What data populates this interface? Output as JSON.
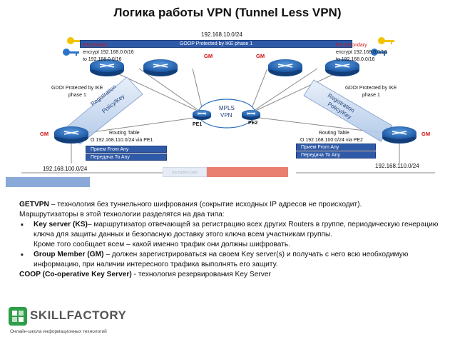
{
  "title": "Логика работы VPN (Tunnel Less VPN)",
  "diagram": {
    "subnet_top": "192.168.10.0/24",
    "coop_bar": "GOOP Protected by IKE phase 1",
    "ks_primary": {
      "name": "KS primary",
      "line1": "encrypt 192.168.0.0/16",
      "line2": "to 192.168.0.0/16"
    },
    "ks_secondary": {
      "name": "KS secondary",
      "line1": "encrypt 192.168.0.0/16",
      "line2": "to 192.168.0.0/16"
    },
    "gm_label": "GM",
    "gdoi_left": {
      "line1": "GDOI Protected by IKE",
      "line2": "phase 1"
    },
    "gdoi_right": {
      "line1": "GDOI Protected by IKE",
      "line2": "phase 1"
    },
    "registration_left": {
      "line1": "Registration",
      "line2": "Policy/Key"
    },
    "registration_right": {
      "line1": "Registration",
      "line2": "Policy/Key"
    },
    "mpls": {
      "line1": "MPLS",
      "line2": "VPN"
    },
    "pe1": "PE1",
    "pe2": "PE2",
    "routing_left": {
      "title": "Routing Table",
      "route": "O 192.168.110.0/24 via PE1",
      "rx": "Прием From Any",
      "tx": "Передача To Any"
    },
    "routing_right": {
      "title": "Routing Table",
      "route": "O 192.168.100.0/24 via PE2",
      "rx": "Прием From Any",
      "tx": "Передача To Any"
    },
    "subnet_left": "192.168.100.0/24",
    "subnet_right": "192.168.110.0/24",
    "packet_label": "Encryption Data",
    "colors": {
      "router": "#1f66b8",
      "bar": "#2f5aa8",
      "accent": "#d01010",
      "key_yellow": "#f2c400",
      "key_blue": "#2b74c9"
    }
  },
  "text": {
    "intro_bold": "GETVPN",
    "intro_rest": " – технология без туннельного шифрования (сокрытие исходных IP адресов не происходит).",
    "line2": "Маршрутизаторы в этой технологии разделятся на  два типа:",
    "ks_bold": "Key server (KS)",
    "ks_rest": "– маршрутизатор отвечающей за регистрацию всех других Routers в группе, периодическую генерацию ключа для защиты данных и безопасную доставку этого ключа всем участникам группы.",
    "ks_extra": "Кроме того сообщает всем – какой именно трафик они должны шифровать.",
    "gm_bold": "Group Member (GM)",
    "gm_rest": " – должен зарегистрироваться на своем Key server(s) и получать с него всю необходимую информацию, при наличии интересного трафика выполнять его защиту.",
    "coop_bold": "COOP (Co-operative Key Server)",
    "coop_rest": " -  технология резервирования Key Server"
  },
  "footer": {
    "logo_name": "SKILLFACTORY",
    "logo_tagline": "Онлайн-школа информационных технологий"
  }
}
